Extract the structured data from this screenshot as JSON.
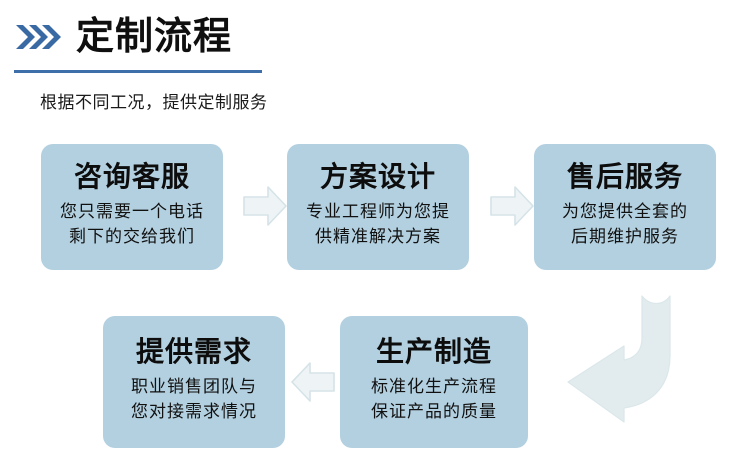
{
  "header": {
    "icon": "triple-chevron-right-icon",
    "title": "定制流程",
    "accent_color": "#3f6fa8",
    "rule_color": "#3f6fa8"
  },
  "subtitle": "根据不同工况，提供定制服务",
  "theme": {
    "card_bg": "#b3d0e0",
    "arrow_fill": "#e9f0f2",
    "arrow_stroke": "#d3e1e6",
    "title_color": "#0d0d0d",
    "page_bg": "#ffffff"
  },
  "flow": {
    "row1": [
      {
        "id": "consult-service",
        "title": "咨询客服",
        "lines": [
          "您只需要一个电话",
          "剩下的交给我们"
        ]
      },
      {
        "id": "plan-design",
        "title": "方案设计",
        "lines": [
          "专业工程师为您提",
          "供精准解决方案"
        ]
      },
      {
        "id": "after-sales-service",
        "title": "售后服务",
        "lines": [
          "为您提供全套的",
          "后期维护服务"
        ]
      }
    ],
    "row2": [
      {
        "id": "provide-requirement",
        "title": "提供需求",
        "lines": [
          "职业销售团队与",
          "您对接需求情况"
        ]
      },
      {
        "id": "production-manufacture",
        "title": "生产制造",
        "lines": [
          "标准化生产流程",
          "保证产品的质量"
        ]
      }
    ],
    "connectors": [
      {
        "id": "arrow-1-2",
        "direction": "right",
        "icon": "arrow-right-icon"
      },
      {
        "id": "arrow-2-3",
        "direction": "right",
        "icon": "arrow-right-icon"
      },
      {
        "id": "arrow-3-5",
        "direction": "bent-down-left",
        "icon": "bent-arrow-down-left-icon"
      },
      {
        "id": "arrow-5-4",
        "direction": "left",
        "icon": "arrow-left-icon"
      }
    ]
  }
}
